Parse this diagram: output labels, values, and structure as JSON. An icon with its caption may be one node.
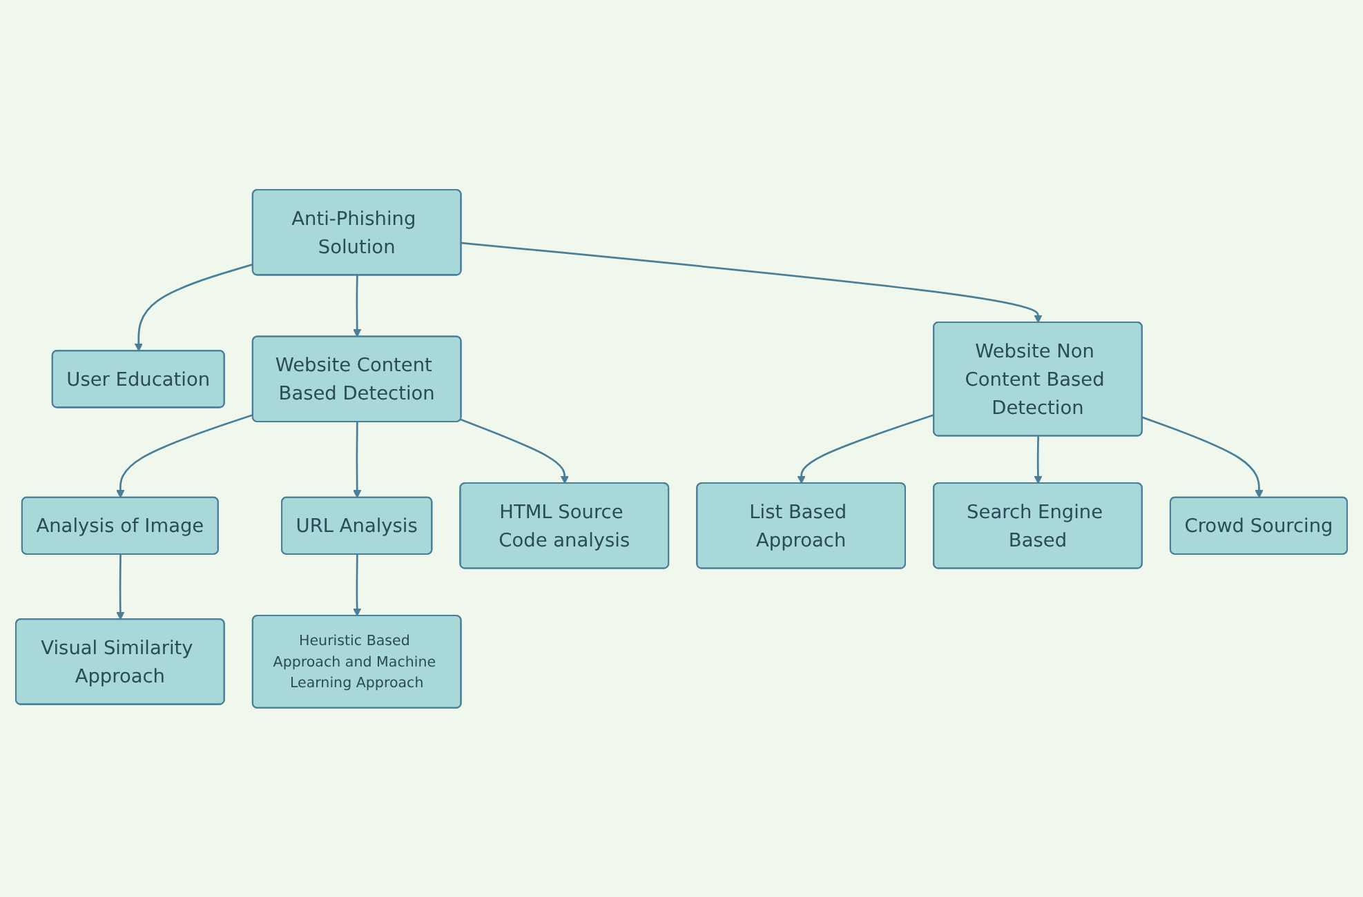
{
  "diagram": {
    "nodes": [
      {
        "text": [
          "Anti-Phishing Solution"
        ]
      },
      {
        "text": [
          "User Education"
        ]
      },
      {
        "text": [
          "Website Content Based Detection"
        ]
      },
      {
        "text": [
          "Website Non Content Based Detection"
        ]
      },
      {
        "text": [
          "Analysis of Image"
        ]
      },
      {
        "text": [
          "Visual Similarity Approach"
        ]
      },
      {
        "text": [
          "URL Analysis"
        ]
      },
      {
        "text": [
          "Heuristic Based Approach and Machine Learning Approach"
        ]
      },
      {
        "text": [
          "HTML Source Code analysis"
        ]
      },
      {
        "text": [
          "List Based Approach"
        ]
      },
      {
        "text": [
          "Search Engine Based"
        ]
      },
      {
        "text": [
          "Crowd Sourcing"
        ]
      }
    ],
    "edges": [
      {
        "from": 0,
        "to": 1,
        "arrow": "to"
      },
      {
        "from": 0,
        "to": 2,
        "arrow": "to"
      },
      {
        "from": 0,
        "to": 3,
        "arrow": "to"
      },
      {
        "from": 2,
        "to": 4,
        "arrow": "to"
      },
      {
        "from": 2,
        "to": 6,
        "arrow": "to"
      },
      {
        "from": 2,
        "to": 8,
        "arrow": "to"
      },
      {
        "from": 4,
        "to": 5,
        "arrow": "to"
      },
      {
        "from": 6,
        "to": 7,
        "arrow": "to"
      },
      {
        "from": 3,
        "to": 9,
        "arrow": "to"
      },
      {
        "from": 3,
        "to": 10,
        "arrow": "to"
      },
      {
        "from": 3,
        "to": 11,
        "arrow": "to"
      }
    ]
  }
}
